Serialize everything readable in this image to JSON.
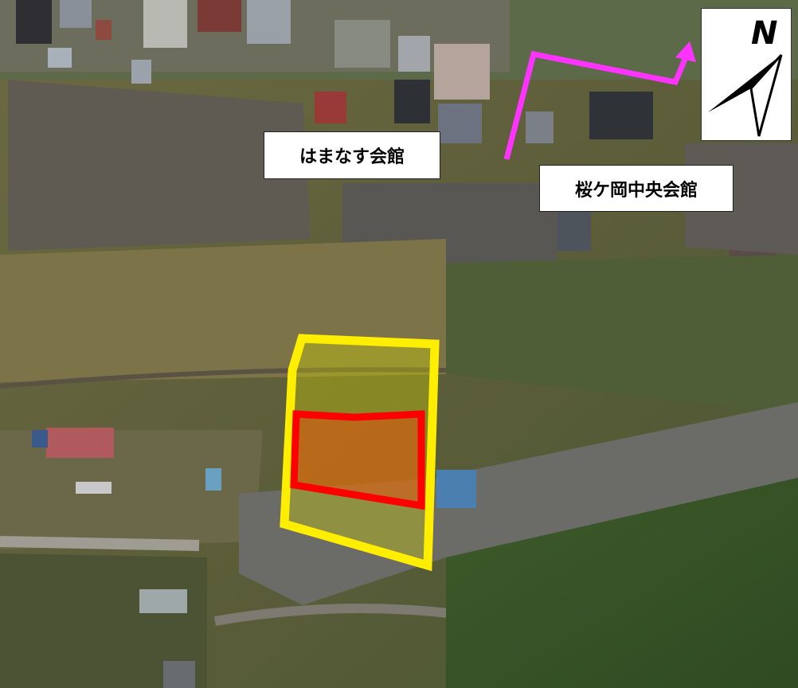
{
  "map": {
    "labels": {
      "hamanasu": "はまなす会館",
      "sakuragaoka": "桜ケ岡中央会館"
    },
    "north_arrow": {
      "letter": "N",
      "icon": "north-arrow-icon"
    },
    "colors": {
      "route": "#ff33ff",
      "outer_area_outline": "#ffee00",
      "outer_area_fill": "#d8d800",
      "inner_area_outline": "#ff0000",
      "inner_area_fill": "#e05010"
    }
  }
}
